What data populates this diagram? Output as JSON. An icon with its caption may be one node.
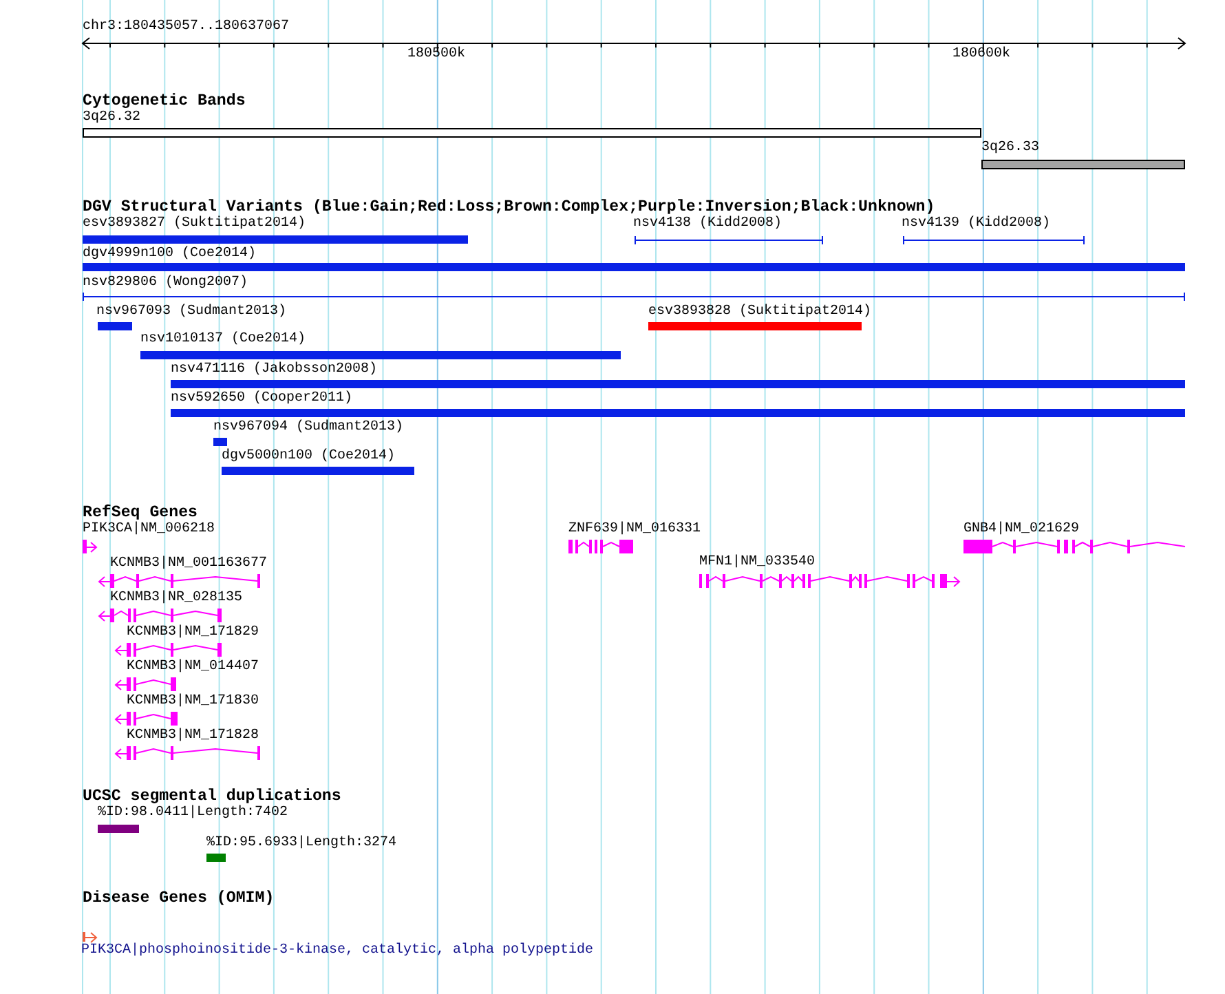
{
  "diagram": {
    "nodes": [
      {
        "text": [
          "3q26.32"
        ]
      },
      {
        "text": [
          "3q26.33"
        ]
      },
      {
        "text": [
          "esv3893827 (Suktitipat2014)"
        ]
      },
      {
        "text": [
          "nsv4138 (Kidd2008)"
        ]
      },
      {
        "text": [
          "nsv4139 (Kidd2008)"
        ]
      },
      {
        "text": [
          "dgv4999n100 (Coe2014)"
        ]
      },
      {
        "text": [
          "nsv829806 (Wong2007)"
        ]
      },
      {
        "text": [
          "nsv967093 (Sudmant2013)"
        ]
      },
      {
        "text": [
          "esv3893828 (Suktitipat2014)"
        ]
      },
      {
        "text": [
          "nsv1010137 (Coe2014)"
        ]
      },
      {
        "text": [
          "nsv471116 (Jakobsson2008)"
        ]
      },
      {
        "text": [
          "nsv592650 (Cooper2011)"
        ]
      },
      {
        "text": [
          "nsv967094 (Sudmant2013)"
        ]
      },
      {
        "text": [
          "dgv5000n100 (Coe2014)"
        ]
      },
      {
        "text": [
          "PIK3CA|NM_006218"
        ]
      },
      {
        "text": [
          "ZNF639|NM_016331"
        ]
      },
      {
        "text": [
          "GNB4|NM_021629"
        ]
      },
      {
        "text": [
          "KCNMB3|NM_001163677"
        ]
      },
      {
        "text": [
          "MFN1|NM_033540"
        ]
      },
      {
        "text": [
          "KCNMB3|NR_028135"
        ]
      },
      {
        "text": [
          "KCNMB3|NM_171829"
        ]
      },
      {
        "text": [
          "KCNMB3|NM_014407"
        ]
      },
      {
        "text": [
          "KCNMB3|NM_171830"
        ]
      },
      {
        "text": [
          "KCNMB3|NM_171828"
        ]
      },
      {
        "text": [
          "%ID:98.0411|Length:7402"
        ]
      },
      {
        "text": [
          "%ID:95.6933|Length:3274"
        ]
      },
      {
        "text": [
          "PIK3CA|phosphoinositide-3-kinase, catalytic, alpha polypeptide"
        ]
      }
    ],
    "labels": [
      "chr3:180435057..180637067",
      "180500k",
      "180600k",
      "Cytogenetic Bands",
      "DGV Structural Variants (Blue:Gain;Red:Loss;Brown:Complex;Purple:Inversion;Black:Unknown)",
      "RefSeq Genes",
      "UCSC segmental duplications",
      "Disease Genes (OMIM)"
    ]
  }
}
